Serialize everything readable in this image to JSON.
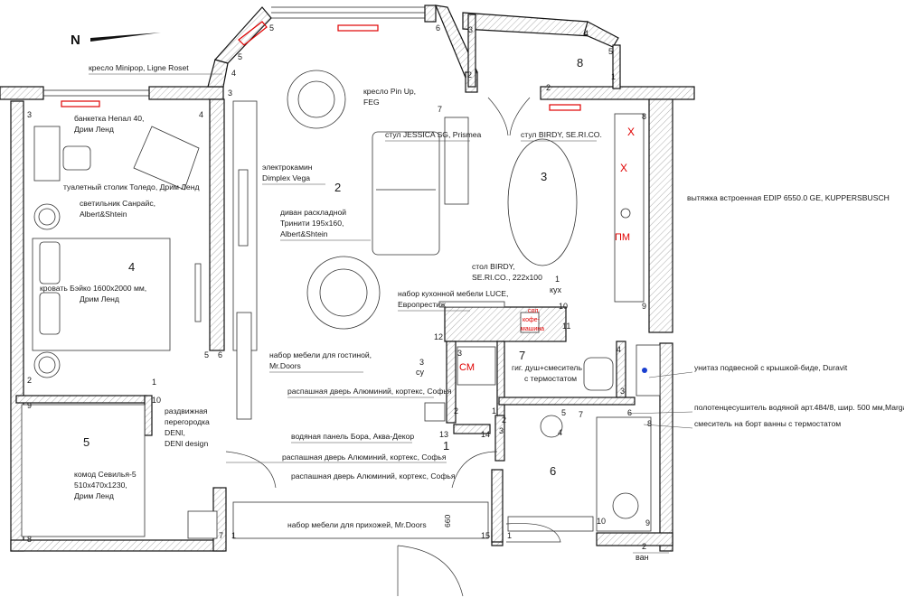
{
  "compass": {
    "label": "N"
  },
  "rooms": [
    {
      "id": "r1",
      "number": "1",
      "name": ""
    },
    {
      "id": "r1k",
      "number": "1",
      "name": "кух"
    },
    {
      "id": "r2",
      "number": "2",
      "name": ""
    },
    {
      "id": "r2b",
      "number": "2",
      "name": "ван"
    },
    {
      "id": "r3",
      "number": "3",
      "name": ""
    },
    {
      "id": "r3s",
      "number": "3",
      "name": "су"
    },
    {
      "id": "r4",
      "number": "4",
      "name": ""
    },
    {
      "id": "r5",
      "number": "5",
      "name": ""
    },
    {
      "id": "r6",
      "number": "6",
      "name": ""
    },
    {
      "id": "r7",
      "number": "7",
      "name": ""
    },
    {
      "id": "r8",
      "number": "8",
      "name": ""
    }
  ],
  "labels": {
    "chair_minipop": "кресло Minipop, Ligne Roset",
    "banquette_1": "банкетка Непал 40,",
    "banquette_2": "Дрим Ленд",
    "dressing_table": "туалетный столик Толедо, Дрим Ленд",
    "lamp_1": "светильник Санрайс,",
    "lamp_2": "Albert&Shtein",
    "bed_1": "кровать Бэйко 1600х2000 мм,",
    "bed_2": "Дрим Ленд",
    "partition_1": "раздвижная",
    "partition_2": "перегородка",
    "partition_3": "DENI,",
    "partition_4": "DENI design",
    "dresser_1": "комод Севилья-5",
    "dresser_2": "510х470х1230,",
    "dresser_3": "Дрим Ленд",
    "chair_pinup_1": "кресло Pin Up,",
    "chair_pinup_2": "FEG",
    "fireplace_1": "электрокамин",
    "fireplace_2": "Dimplex Vega",
    "sofa_1": "диван раскладной",
    "sofa_2": "Тринити 195х160,",
    "sofa_3": "Albert&Shtein",
    "living_set_1": "набор мебели для гостиной,",
    "living_set_2": "Mr.Doors",
    "door_1": "распашная дверь Алюминий, кортекс, Софья",
    "water_panel": "водяная панель Бора, Аква-Декор",
    "door_2": "распашная дверь Алюминий, кортекс, Софья",
    "door_3": "распашная дверь Алюминий, кортекс, Софья",
    "hall_set": "набор мебели для прихожей, Mr.Doors",
    "dim_660": "660",
    "chair_jessica": "стул JESSICA SG, Prismea",
    "chair_birdy": "стул BIRDY, SE.RI.CO.",
    "table_1": "стол BIRDY,",
    "table_2": "SE.RI.CO., 222х100",
    "kitchen_set_1": "набор кухонной мебели LUCE,",
    "kitchen_set_2": "Европрестиж",
    "hood": "вытяжка встроенная EDIP 6550.0 GE, KUPPERSBUSCH",
    "shower_1": "гиг. душ+смеситель",
    "shower_2": "с термостатом",
    "toilet": "унитаз подвесной с крышкой-биде, Duravit",
    "towel": "полотенцесушитель водяной  арт.484/8, шир. 500 мм,Margaroli",
    "mixer": "смеситель на борт ванны с термостатом",
    "washer": "СМ",
    "fridge_x1": "Х",
    "fridge_x2": "Х",
    "dishwasher": "ПМ",
    "coffee_1": "сол.",
    "coffee_2": "кофе-",
    "coffee_3": "машина"
  },
  "marks": {
    "m1": "1",
    "m2": "2",
    "m3": "3",
    "m4": "4",
    "m5": "5",
    "m6": "6",
    "m7": "7",
    "m8": "8",
    "m9": "9",
    "m10": "10",
    "m11": "11",
    "m12": "12",
    "m13": "13",
    "m14": "14",
    "m15": "15"
  }
}
